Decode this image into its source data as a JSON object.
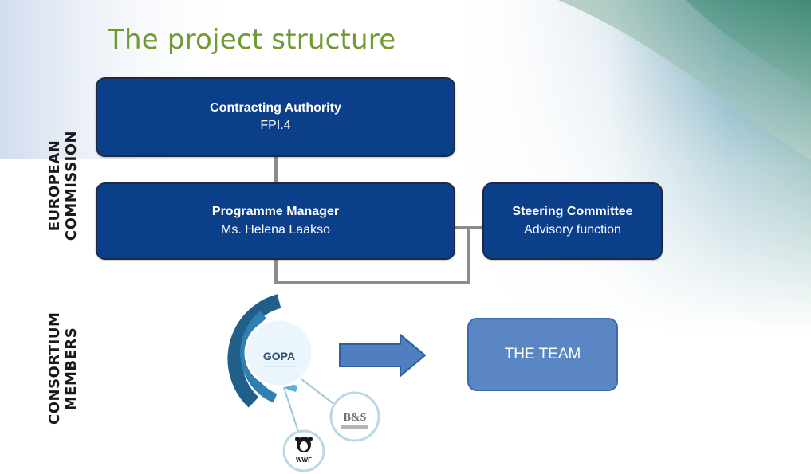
{
  "title": "The project structure",
  "side_labels": {
    "european_commission": [
      "EUROPEAN",
      "COMMISSION"
    ],
    "consortium_members": [
      "CONSORTIUM",
      "MEMBERS"
    ]
  },
  "boxes": {
    "contracting_authority": {
      "title": "Contracting Authority",
      "subtitle": "FPI.4"
    },
    "programme_manager": {
      "title": "Programme Manager",
      "subtitle": "Ms. Helena Laakso"
    },
    "steering_committee": {
      "title": "Steering Committee",
      "subtitle": "Advisory function"
    }
  },
  "team_box": "THE TEAM",
  "logos": {
    "gopa": "GOPA",
    "bs": "B&S",
    "wwf": "WWF"
  },
  "colors": {
    "title": "#6f9a2f",
    "box_fill": "#0b3f8a",
    "team_fill": "#5b86c4",
    "connector": "#8c8c8c",
    "arrow": "#4f7fc0"
  }
}
